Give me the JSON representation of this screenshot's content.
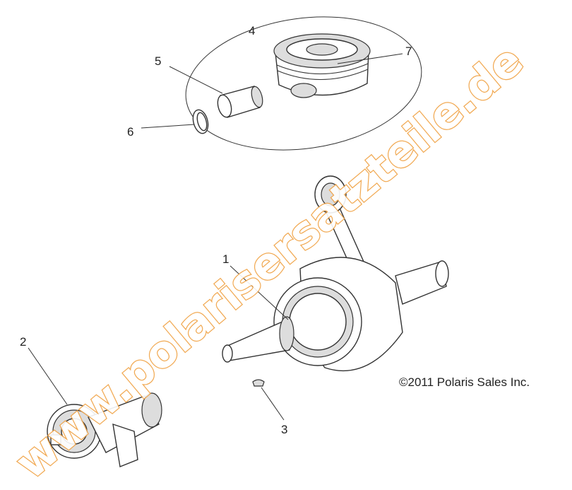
{
  "callouts": {
    "c1": "1",
    "c2": "2",
    "c3": "3",
    "c4": "4",
    "c5": "5",
    "c6": "6",
    "c7": "7"
  },
  "copyright": "©2011 Polaris Sales Inc.",
  "watermark": "www.polarisersatzteile.de",
  "colors": {
    "watermark": "#f0a040",
    "lines": "#333333"
  }
}
